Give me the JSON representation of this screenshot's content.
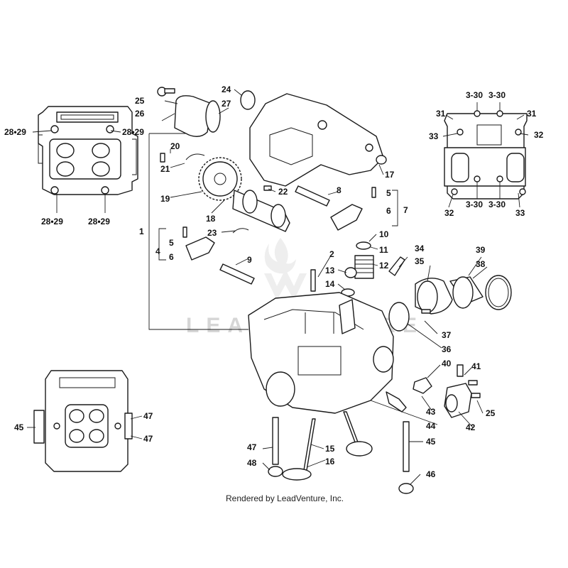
{
  "credit": "Rendered by LeadVenture, Inc.",
  "watermark": "LEADVENTURE",
  "colors": {
    "line": "#1a1a1a",
    "watermark": "#d6d6d6"
  },
  "callouts": [
    "1",
    "2",
    "4",
    "5",
    "5",
    "6",
    "6",
    "7",
    "8",
    "9",
    "10",
    "11",
    "12",
    "13",
    "14",
    "15",
    "16",
    "17",
    "18",
    "19",
    "20",
    "21",
    "22",
    "23",
    "24",
    "25",
    "25",
    "26",
    "27",
    "28•29",
    "28•29",
    "28•29",
    "28•29",
    "31",
    "31",
    "32",
    "32",
    "33",
    "33",
    "3-30",
    "3-30",
    "3-30",
    "3-30",
    "34",
    "35",
    "36",
    "37",
    "38",
    "39",
    "40",
    "41",
    "42",
    "43",
    "44",
    "45",
    "45",
    "46",
    "47",
    "47",
    "47",
    "48"
  ]
}
